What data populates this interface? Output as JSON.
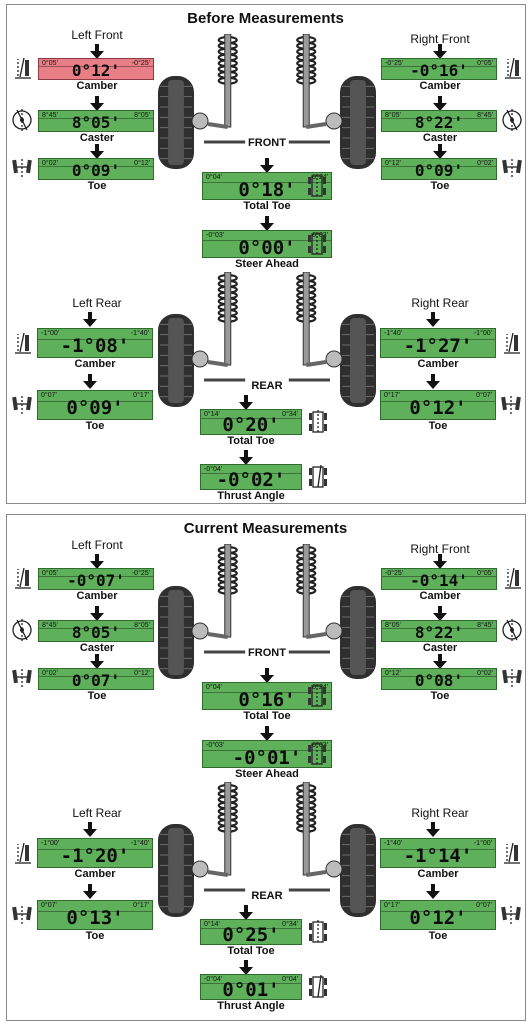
{
  "panels": [
    {
      "title": "Before Measurements",
      "front": {
        "left_heading": "Left Front",
        "right_heading": "Right Front",
        "center_label": "FRONT",
        "left": [
          {
            "caption": "Camber",
            "min": "0°05'",
            "max": "-0°25'",
            "value": "0°12'",
            "status": "out",
            "icon": "camber-icon"
          },
          {
            "caption": "Caster",
            "min": "8°45'",
            "max": "8°05'",
            "value": "8°05'",
            "status": "ok",
            "icon": "caster-icon"
          },
          {
            "caption": "Toe",
            "min": "0°02'",
            "max": "0°12'",
            "value": "0°09'",
            "status": "ok",
            "icon": "toe-icon"
          }
        ],
        "right": [
          {
            "caption": "Camber",
            "min": "-0°25'",
            "max": "0°05'",
            "value": "-0°16'",
            "status": "ok",
            "icon": "camber-icon"
          },
          {
            "caption": "Caster",
            "min": "8°05'",
            "max": "8°45'",
            "value": "8°22'",
            "status": "ok",
            "icon": "caster-icon"
          },
          {
            "caption": "Toe",
            "min": "0°12'",
            "max": "0°02'",
            "value": "0°09'",
            "status": "ok",
            "icon": "toe-icon"
          }
        ],
        "center": [
          {
            "caption": "Total Toe",
            "min": "0°04'",
            "max": "0°24'",
            "value": "0°18'",
            "status": "ok",
            "icon": "total-toe-icon"
          },
          {
            "caption": "Steer Ahead",
            "min": "-0°03'",
            "max": "0°03'",
            "value": "0°00'",
            "status": "ok",
            "icon": "steer-ahead-icon"
          }
        ]
      },
      "rear": {
        "left_heading": "Left Rear",
        "right_heading": "Right Rear",
        "center_label": "REAR",
        "left": [
          {
            "caption": "Camber",
            "min": "-1°00'",
            "max": "-1°40'",
            "value": "-1°08'",
            "status": "ok",
            "icon": "camber-icon"
          },
          {
            "caption": "Toe",
            "min": "0°07'",
            "max": "0°17'",
            "value": "0°09'",
            "status": "ok",
            "icon": "toe-icon"
          }
        ],
        "right": [
          {
            "caption": "Camber",
            "min": "-1°40'",
            "max": "-1°00'",
            "value": "-1°27'",
            "status": "ok",
            "icon": "camber-icon"
          },
          {
            "caption": "Toe",
            "min": "0°17'",
            "max": "0°07'",
            "value": "0°12'",
            "status": "ok",
            "icon": "toe-icon"
          }
        ],
        "center": [
          {
            "caption": "Total Toe",
            "min": "0°14'",
            "max": "0°34'",
            "value": "0°20'",
            "status": "ok",
            "icon": "total-toe-icon"
          },
          {
            "caption": "Thrust Angle",
            "min": "-0°04'",
            "max": "",
            "value": "-0°02'",
            "status": "ok",
            "icon": "thrust-angle-icon"
          }
        ]
      }
    },
    {
      "title": "Current Measurements",
      "front": {
        "left_heading": "Left Front",
        "right_heading": "Right Front",
        "center_label": "FRONT",
        "left": [
          {
            "caption": "Camber",
            "min": "0°05'",
            "max": "-0°25'",
            "value": "-0°07'",
            "status": "ok",
            "icon": "camber-icon"
          },
          {
            "caption": "Caster",
            "min": "8°45'",
            "max": "8°05'",
            "value": "8°05'",
            "status": "ok",
            "icon": "caster-icon"
          },
          {
            "caption": "Toe",
            "min": "0°02'",
            "max": "0°12'",
            "value": "0°07'",
            "status": "ok",
            "icon": "toe-icon"
          }
        ],
        "right": [
          {
            "caption": "Camber",
            "min": "-0°25'",
            "max": "0°05'",
            "value": "-0°14'",
            "status": "ok",
            "icon": "camber-icon"
          },
          {
            "caption": "Caster",
            "min": "8°05'",
            "max": "8°45'",
            "value": "8°22'",
            "status": "ok",
            "icon": "caster-icon"
          },
          {
            "caption": "Toe",
            "min": "0°12'",
            "max": "0°02'",
            "value": "0°08'",
            "status": "ok",
            "icon": "toe-icon"
          }
        ],
        "center": [
          {
            "caption": "Total Toe",
            "min": "0°04'",
            "max": "0°24'",
            "value": "0°16'",
            "status": "ok",
            "icon": "total-toe-icon"
          },
          {
            "caption": "Steer Ahead",
            "min": "-0°03'",
            "max": "0°03'",
            "value": "-0°01'",
            "status": "ok",
            "icon": "steer-ahead-icon"
          }
        ]
      },
      "rear": {
        "left_heading": "Left Rear",
        "right_heading": "Right Rear",
        "center_label": "REAR",
        "left": [
          {
            "caption": "Camber",
            "min": "-1°00'",
            "max": "-1°40'",
            "value": "-1°20'",
            "status": "ok",
            "icon": "camber-icon"
          },
          {
            "caption": "Toe",
            "min": "0°07'",
            "max": "0°17'",
            "value": "0°13'",
            "status": "ok",
            "icon": "toe-icon"
          }
        ],
        "right": [
          {
            "caption": "Camber",
            "min": "-1°40'",
            "max": "-1°00'",
            "value": "-1°14'",
            "status": "ok",
            "icon": "camber-icon"
          },
          {
            "caption": "Toe",
            "min": "0°17'",
            "max": "0°07'",
            "value": "0°12'",
            "status": "ok",
            "icon": "toe-icon"
          }
        ],
        "center": [
          {
            "caption": "Total Toe",
            "min": "0°14'",
            "max": "0°34'",
            "value": "0°25'",
            "status": "ok",
            "icon": "total-toe-icon"
          },
          {
            "caption": "Thrust Angle",
            "min": "-0°04'",
            "max": "0°04'",
            "value": "0°01'",
            "status": "ok",
            "icon": "thrust-angle-icon"
          }
        ]
      }
    }
  ],
  "colors": {
    "ok": "#5fb05a",
    "out": "#e87f86",
    "frame": "#8a8a8a"
  }
}
